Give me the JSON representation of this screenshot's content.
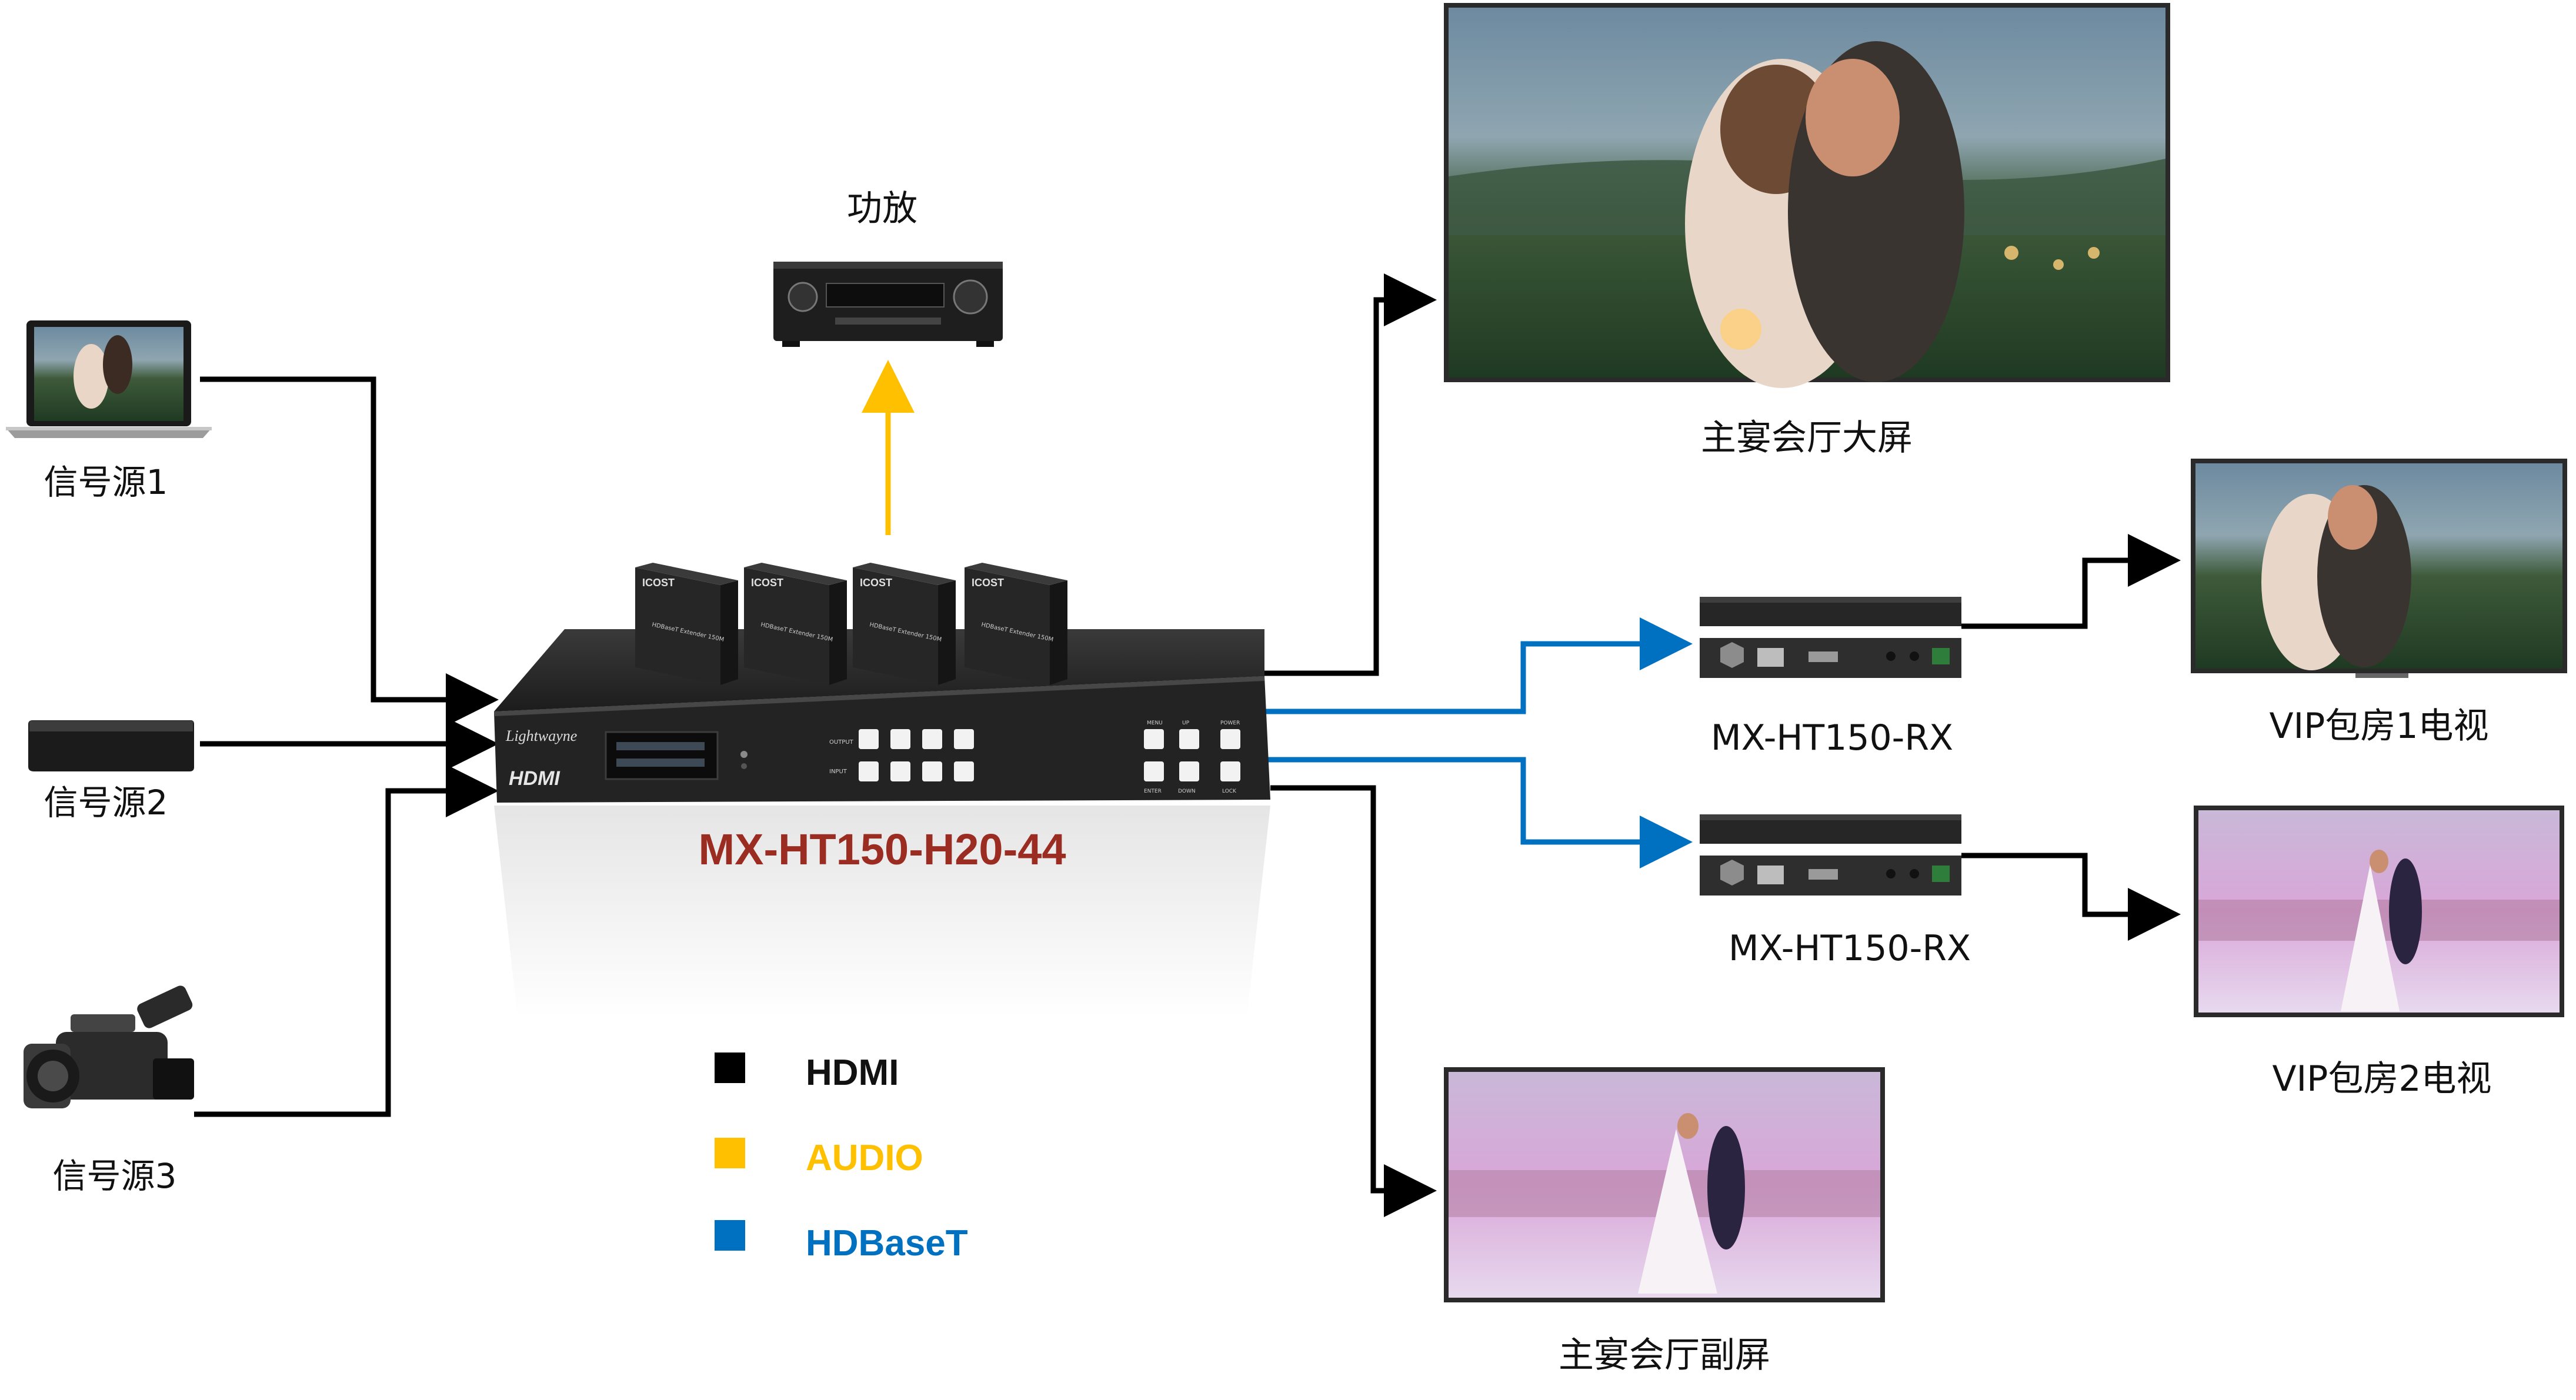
{
  "labels": {
    "amplifier": "功放",
    "source1": "信号源1",
    "source2": "信号源2",
    "source3": "信号源3",
    "model": "MX-HT150-H20-44",
    "main_hall_screen": "主宴会厅大屏",
    "rx1": "MX-HT150-RX",
    "rx2": "MX-HT150-RX",
    "vip1_tv": "VIP包房1电视",
    "vip2_tv": "VIP包房2电视",
    "sub_screen": "主宴会厅副屏"
  },
  "device_text": {
    "brand": "Lightwayne",
    "hdmi_logo": "HDMI",
    "output_row": "OUTPUT",
    "input_row": "INPUT",
    "menu": "MENU",
    "up": "UP",
    "power": "POWER",
    "enter": "ENTER",
    "down": "DOWN",
    "lock": "LOCK",
    "tx_top": "HDBaseT Extender 150M",
    "tx_brand": "ICOST"
  },
  "legend": [
    {
      "label": "HDMI",
      "color": "#000000"
    },
    {
      "label": "AUDIO",
      "color": "#FFC000"
    },
    {
      "label": "HDBaseT",
      "color": "#0070C0"
    }
  ],
  "colors": {
    "hdmi_line": "#000000",
    "audio_line": "#FFC000",
    "hdbaset_line": "#0070C0",
    "model_text": "#9B2C22",
    "device_body": "#2a2a2a"
  }
}
